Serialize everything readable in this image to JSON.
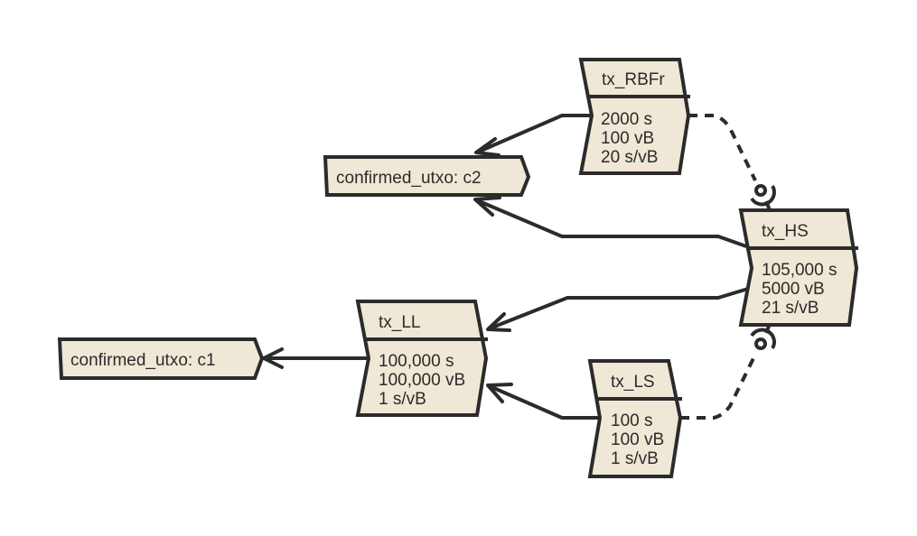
{
  "nodes": {
    "c2": {
      "label": "confirmed_utxo: c2"
    },
    "c1": {
      "label": "confirmed_utxo: c1"
    },
    "tx_RBFr": {
      "title": "tx_RBFr",
      "lines": [
        "2000 s",
        "100 vB",
        "20 s/vB"
      ]
    },
    "tx_HS": {
      "title": "tx_HS",
      "lines": [
        "105,000 s",
        "5000 vB",
        "21 s/vB"
      ]
    },
    "tx_LL": {
      "title": "tx_LL",
      "lines": [
        "100,000 s",
        "100,000 vB",
        "1 s/vB"
      ]
    },
    "tx_LS": {
      "title": "tx_LS",
      "lines": [
        "100 s",
        "100 vB",
        "1 s/vB"
      ]
    }
  },
  "edges": [
    {
      "from": "tx_RBFr",
      "to": "c2",
      "style": "solid"
    },
    {
      "from": "tx_HS",
      "to": "c2",
      "style": "solid"
    },
    {
      "from": "tx_HS",
      "to": "tx_LL",
      "style": "solid"
    },
    {
      "from": "tx_LS",
      "to": "tx_LL",
      "style": "solid"
    },
    {
      "from": "tx_LL",
      "to": "c1",
      "style": "solid"
    },
    {
      "from": "tx_RBFr",
      "to": "tx_HS",
      "style": "dashed-socket"
    },
    {
      "from": "tx_LS",
      "to": "tx_HS",
      "style": "dashed-socket"
    }
  ],
  "colors": {
    "fill": "#efe8d6",
    "stroke": "#2b2b2b"
  }
}
